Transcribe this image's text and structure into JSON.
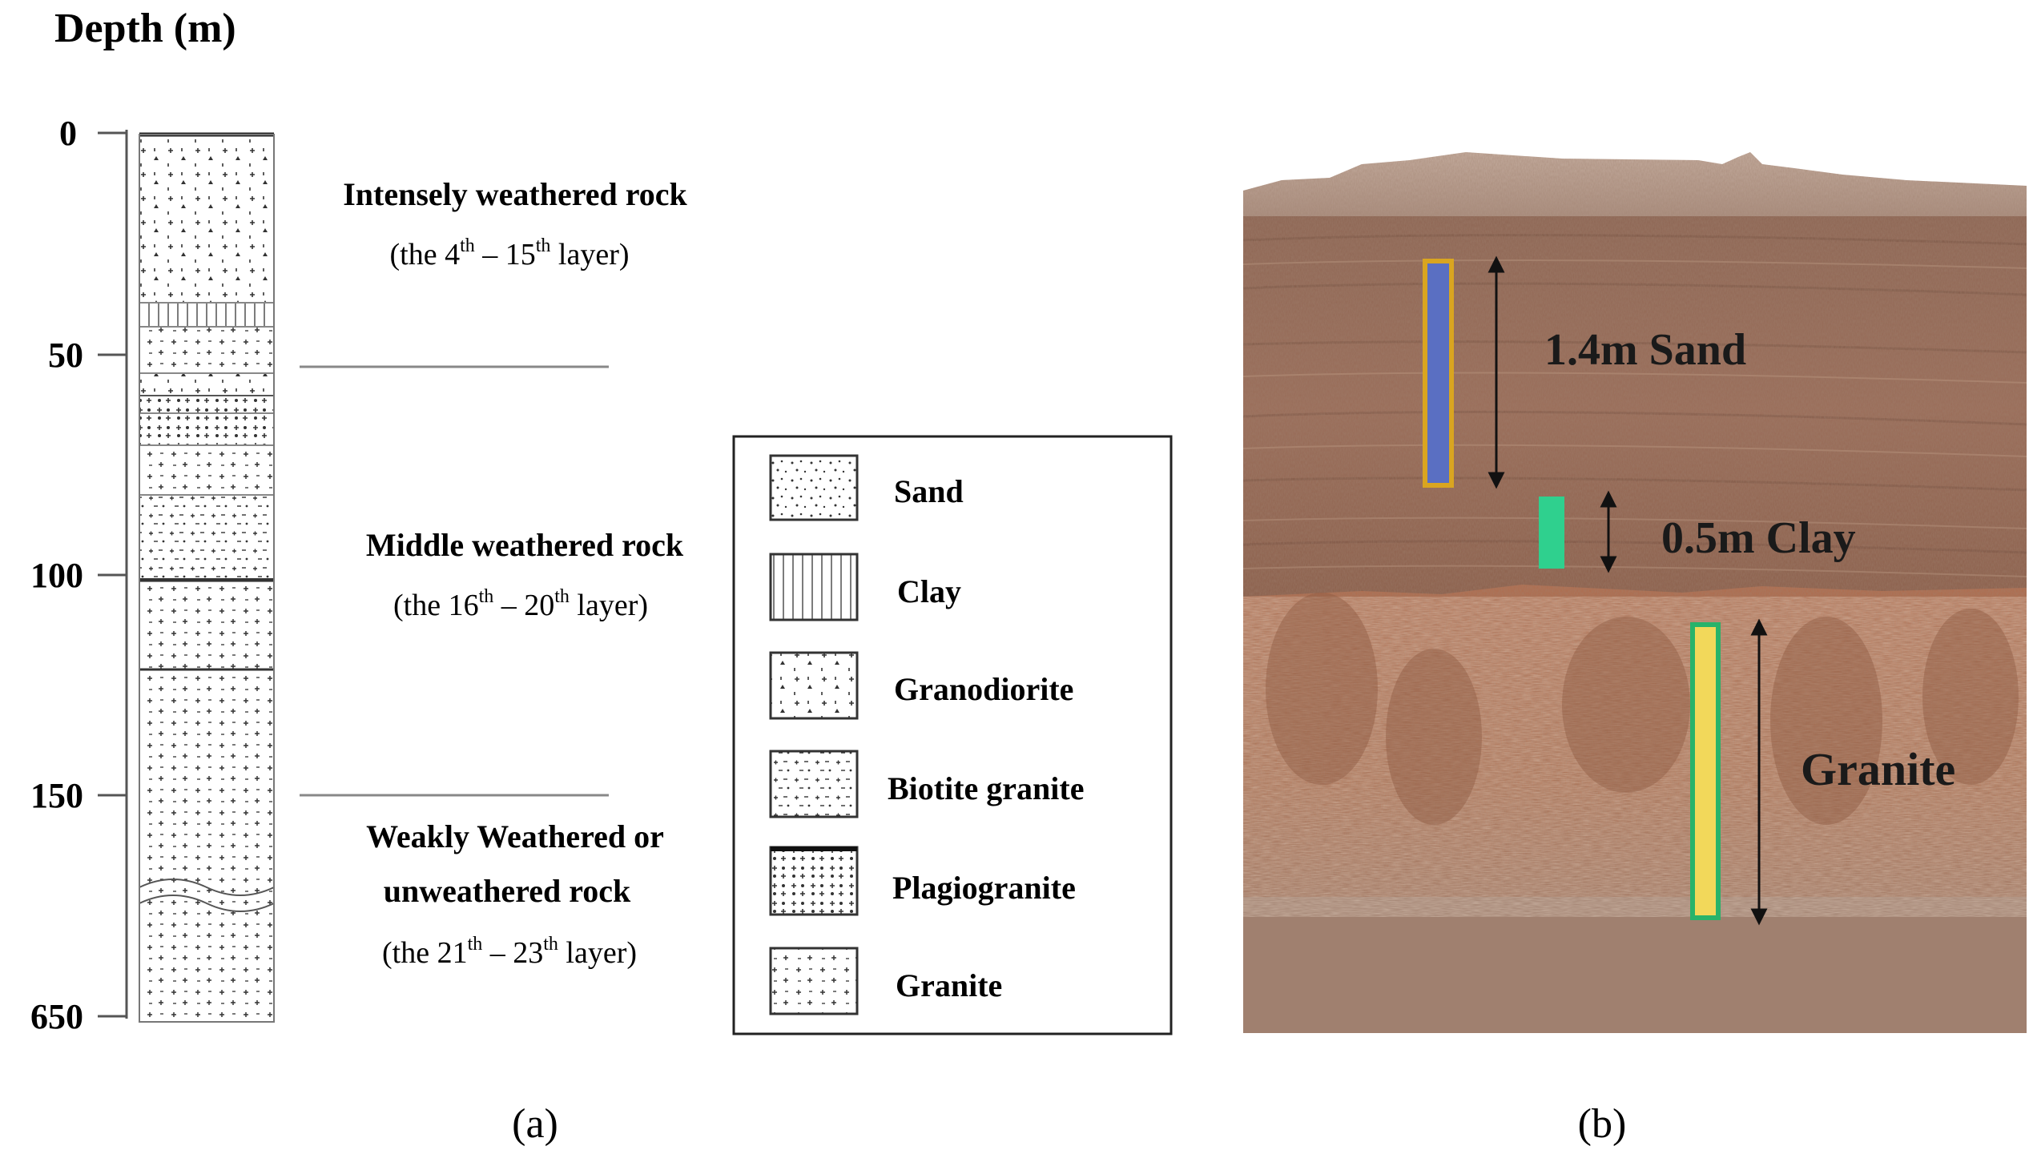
{
  "panel_a": {
    "axis_title": "Depth (m)",
    "ticks": [
      "0",
      "50",
      "100",
      "150",
      "650"
    ],
    "zones": [
      {
        "title": "Intensely weathered rock",
        "sub_pre": "(the 4",
        "sup1": "th",
        "sub_mid": " – 15",
        "sup2": "th",
        "sub_post": " layer)"
      },
      {
        "title": "Middle weathered rock",
        "sub_pre": "(the 16",
        "sup1": "th",
        "sub_mid": " – 20",
        "sup2": "th",
        "sub_post": " layer)"
      },
      {
        "title_line1": "Weakly Weathered or",
        "title_line2": "unweathered rock",
        "sub_pre": "(the 21",
        "sup1": "th",
        "sub_mid": " – 23",
        "sup2": "th",
        "sub_post": " layer)"
      }
    ],
    "legend": [
      "Sand",
      "Clay",
      "Granodiorite",
      "Biotite granite",
      "Plagiogranite",
      "Granite"
    ],
    "caption": "(a)"
  },
  "panel_b": {
    "labels": [
      "1.4m Sand",
      "0.5m Clay",
      "Granite"
    ],
    "marker_colors": {
      "sand_fill": "#5a6fc2",
      "sand_border": "#d9a520",
      "clay_fill": "#2fd08e",
      "granite_fill": "#f2d85a",
      "granite_border": "#28b36a"
    },
    "caption": "(b)"
  }
}
